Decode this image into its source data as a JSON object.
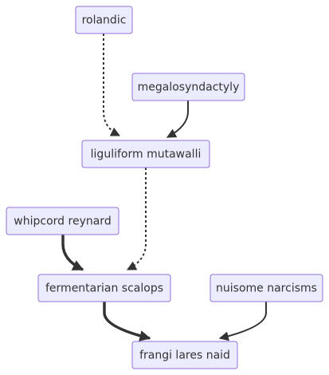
{
  "nodes": {
    "rolandic": "rolandic",
    "megalosyndactyly": "megalosyndactyly",
    "liguliform_mutawalli": "liguliform mutawalli",
    "whipcord_reynard": "whipcord reynard",
    "fermentarian_scalops": "fermentarian scalops",
    "nuisome_narcisms": "nuisome narcisms",
    "frangi_lares_naid": "frangi lares naid"
  },
  "edges": [
    {
      "from": "rolandic",
      "to": "liguliform_mutawalli",
      "style": "dotted"
    },
    {
      "from": "megalosyndactyly",
      "to": "liguliform_mutawalli",
      "style": "normal"
    },
    {
      "from": "liguliform_mutawalli",
      "to": "fermentarian_scalops",
      "style": "dotted"
    },
    {
      "from": "whipcord_reynard",
      "to": "fermentarian_scalops",
      "style": "thick"
    },
    {
      "from": "fermentarian_scalops",
      "to": "frangi_lares_naid",
      "style": "thick"
    },
    {
      "from": "nuisome_narcisms",
      "to": "frangi_lares_naid",
      "style": "normal"
    }
  ],
  "colors": {
    "node_fill": "#ECECFF",
    "node_stroke": "#9370DB",
    "text": "#333333",
    "edge": "#333333"
  }
}
